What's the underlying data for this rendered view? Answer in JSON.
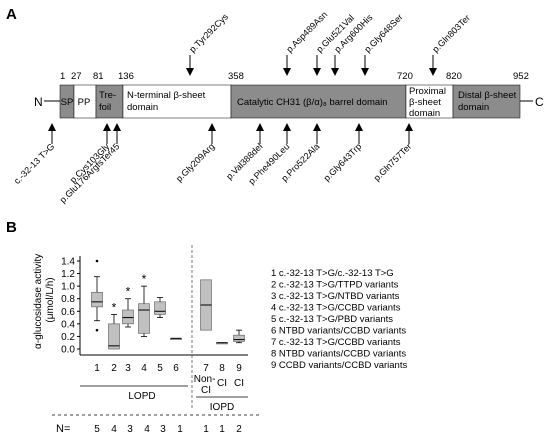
{
  "panel_a": {
    "label": "A",
    "n_term": "N",
    "c_term": "C",
    "positions": [
      "1",
      "27",
      "81",
      "136",
      "358",
      "720",
      "820",
      "952"
    ],
    "domains": [
      {
        "label": "SP",
        "shade": "dark"
      },
      {
        "label": "PP",
        "shade": "light"
      },
      {
        "label": "Tre-|foil",
        "shade": "dark"
      },
      {
        "label": "N-terminal β-sheet|domain",
        "shade": "light"
      },
      {
        "label": "Catalytic CH31 (β/α)₈ barrel domain",
        "shade": "dark"
      },
      {
        "label": "Proximal|β-sheet|domain",
        "shade": "light"
      },
      {
        "label": "Distal β-sheet|domain",
        "shade": "dark"
      }
    ],
    "top_variants": [
      "p.Tyr292Cys",
      "p.Asp489Asn",
      "p.Glu521Val",
      "p.Arg600His",
      "p.Gly648Ser",
      "p.Gln803Ter"
    ],
    "bottom_variants": [
      "c.-32-13 T>G",
      "p.Cys103Gly",
      "p.Glu176ArgfsTer45",
      "p.Gly209Arg",
      "p.Val388del",
      "p.Phe490Leu",
      "p.Pro522Ala",
      "p.Gly643Trp",
      "p.Gln757Ter"
    ]
  },
  "panel_b": {
    "label": "B",
    "n_label": "N=",
    "n_values": [
      "5",
      "4",
      "3",
      "4",
      "3",
      "1",
      "1",
      "1",
      "2"
    ],
    "legend": [
      "1 c.-32-13 T>G/c.-32-13 T>G",
      "2 c.-32-13 T>G/TTPD variants",
      "3 c.-32-13 T>G/NTBD variants",
      "4 c.-32-13 T>G/CCBD variants",
      "5 c.-32-13 T>G/PBD variants",
      "6 NTBD variants/CCBD variants",
      "7 c.-32-13 T>G/CCBD variants",
      "8 NTBD variants/CCBD variants",
      "9 CCBD variants/CCBD variants"
    ]
  },
  "chart_data": {
    "type": "box",
    "ylabel": "α-glucosidase activity|(μmol/L/h)",
    "ylim": [
      0,
      1.4
    ],
    "yticks": [
      "0.0",
      "0.2",
      "0.4",
      "0.6",
      "0.8",
      "1.0",
      "1.2",
      "1.4"
    ],
    "categories": [
      "1",
      "2",
      "3",
      "4",
      "5",
      "6",
      "7",
      "8",
      "9"
    ],
    "group_labels": [
      "LOPD",
      "IOPD"
    ],
    "sub_labels": [
      "Non-|CI",
      "CI",
      "CI"
    ],
    "boxes": [
      {
        "category": "1",
        "min": 0.45,
        "q1": 0.67,
        "median": 0.75,
        "q3": 0.9,
        "max": 1.15,
        "outliers": [
          1.4,
          0.3
        ]
      },
      {
        "category": "2",
        "min": 0.0,
        "q1": 0.0,
        "median": 0.05,
        "q3": 0.4,
        "max": 0.55,
        "outliers": [],
        "asterisk": true
      },
      {
        "category": "3",
        "min": 0.35,
        "q1": 0.4,
        "median": 0.5,
        "q3": 0.62,
        "max": 0.8,
        "outliers": [],
        "asterisk": true
      },
      {
        "category": "4",
        "min": 0.2,
        "q1": 0.25,
        "median": 0.62,
        "q3": 0.72,
        "max": 1.0,
        "outliers": [],
        "asterisk": true
      },
      {
        "category": "5",
        "min": 0.5,
        "q1": 0.55,
        "median": 0.6,
        "q3": 0.75,
        "max": 0.82,
        "outliers": []
      },
      {
        "category": "6",
        "min": 0.17,
        "q1": 0.17,
        "median": 0.17,
        "q3": 0.17,
        "max": 0.17,
        "outliers": []
      },
      {
        "category": "7",
        "min": 0.3,
        "q1": 0.3,
        "median": 0.7,
        "q3": 1.1,
        "max": 1.1,
        "outliers": []
      },
      {
        "category": "8",
        "min": 0.1,
        "q1": 0.1,
        "median": 0.1,
        "q3": 0.1,
        "max": 0.1,
        "outliers": []
      },
      {
        "category": "9",
        "min": 0.1,
        "q1": 0.12,
        "median": 0.15,
        "q3": 0.22,
        "max": 0.3,
        "outliers": []
      }
    ]
  },
  "colors": {
    "dark": "#8c8c8c",
    "light": "#ffffff",
    "box": "#c0c0c0",
    "line": "#000000"
  }
}
